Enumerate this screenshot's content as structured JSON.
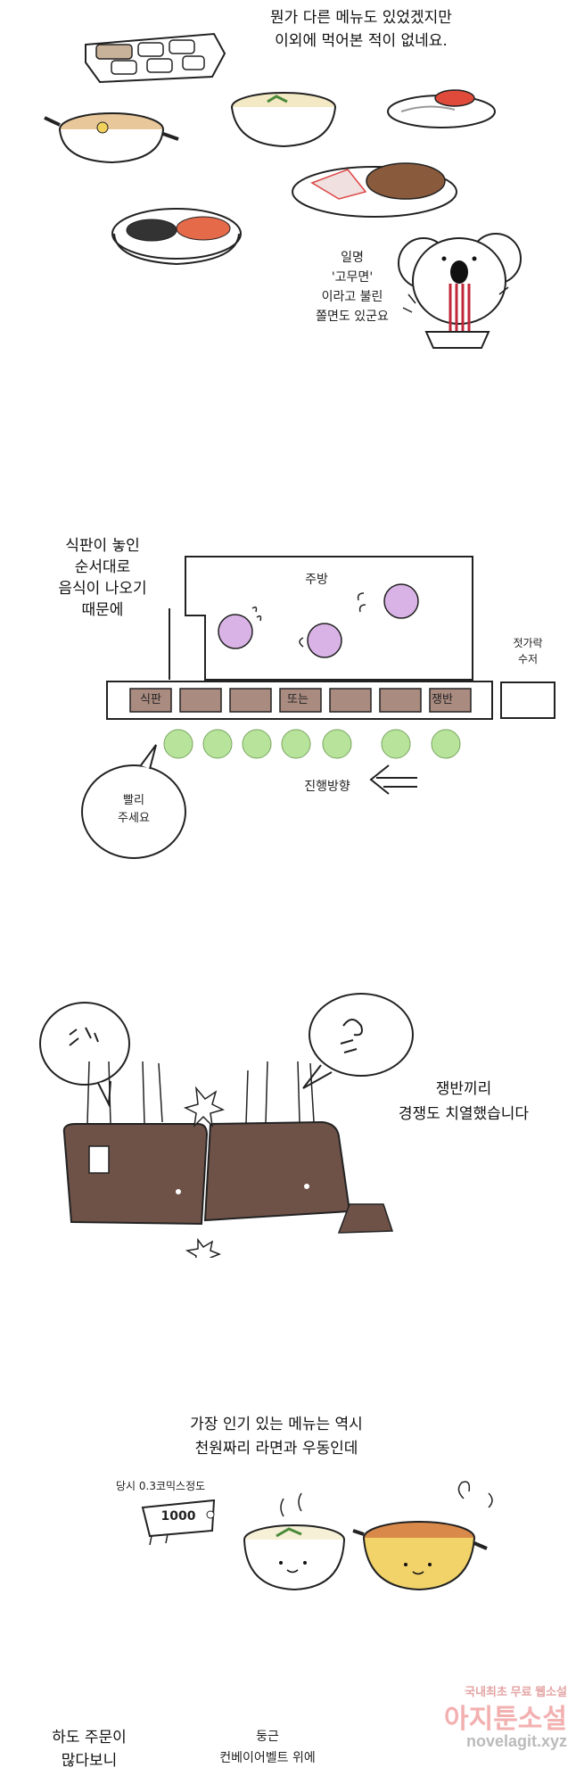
{
  "panel1": {
    "caption_top": "...",
    "caption_line1": "뭔가 다른 메뉴도 있었겠지만",
    "caption_line2": "이외에 먹어본 적이 없네요.",
    "koala_note": "일명\n'고무면'\n이라고 불린\n쫄면도 있군요"
  },
  "panel2": {
    "left_caption": "식판이 놓인\n순서대로\n음식이 나오기\n때문에",
    "kitchen": "주방",
    "side_label": "젓가락\n수저",
    "tray_label": "식판",
    "or_label": "또는",
    "tray_label2": "쟁반",
    "bubble_text": "빨리\n주세요",
    "direction": "진행방향"
  },
  "panel3": {
    "caption": "쟁반끼리\n경쟁도 치열했습니다"
  },
  "panel4": {
    "caption_line1": "가장 인기 있는 메뉴는 역시",
    "caption_line2": "천원짜리 라면과 우동인데",
    "note": "당시 0.3코믹스정도",
    "price_tag": "1000"
  },
  "panel5": {
    "left_caption": "하도 주문이\n많다보니",
    "right_caption": "둥근\n컨베이어벨트 위에"
  },
  "watermark": {
    "line1": "국내최초 무료 웹소설",
    "line2": "아지툰소설",
    "line3": "novelagit.xyz"
  },
  "colors": {
    "green_dot": "#b7e39a",
    "purple_dot": "#d9b3e6",
    "tray_brown": "#6e5248",
    "slot_brown": "#a98b80",
    "watermark_red": "#d9534f"
  }
}
